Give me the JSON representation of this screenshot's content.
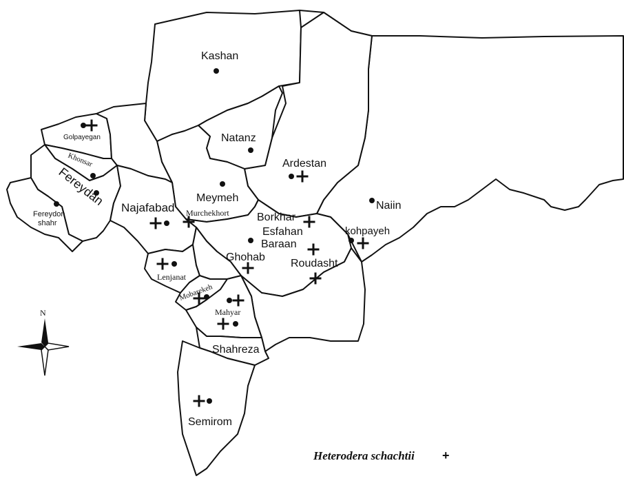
{
  "legend": {
    "species": "Heterodera schachtii",
    "symbol": "+"
  },
  "north_label": "N",
  "places": [
    {
      "name": "Kashan",
      "cls": "lbl"
    },
    {
      "name": "Natanz",
      "cls": "lbl"
    },
    {
      "name": "Ardestan",
      "cls": "lbl"
    },
    {
      "name": "Golpayegan",
      "cls": "lbl-sm"
    },
    {
      "name": "Khonsar",
      "cls": "lbl-serif"
    },
    {
      "name": "Fereydan",
      "cls": "lbl"
    },
    {
      "name": "Fereydon",
      "cls": "lbl-sm"
    },
    {
      "name": "shahr",
      "cls": "lbl-sm"
    },
    {
      "name": "Najafabad",
      "cls": "lbl"
    },
    {
      "name": "Meymeh",
      "cls": "lbl"
    },
    {
      "name": "Murchekhort",
      "cls": "lbl-serif"
    },
    {
      "name": "Borkhar",
      "cls": "lbl"
    },
    {
      "name": "Esfahan",
      "cls": "lbl"
    },
    {
      "name": "Baraan",
      "cls": "lbl"
    },
    {
      "name": "Naiin",
      "cls": "lbl"
    },
    {
      "name": "kohpayeh",
      "cls": "lbl"
    },
    {
      "name": "Ghohab",
      "cls": "lbl"
    },
    {
      "name": "Roudasht",
      "cls": "lbl"
    },
    {
      "name": "Lenjanat",
      "cls": "lbl-serif"
    },
    {
      "name": "Mobarekeh",
      "cls": "lbl-serif"
    },
    {
      "name": "Mahyar",
      "cls": "lbl-serif"
    },
    {
      "name": "Shahreza",
      "cls": "lbl"
    },
    {
      "name": "Semirom",
      "cls": "lbl"
    }
  ]
}
